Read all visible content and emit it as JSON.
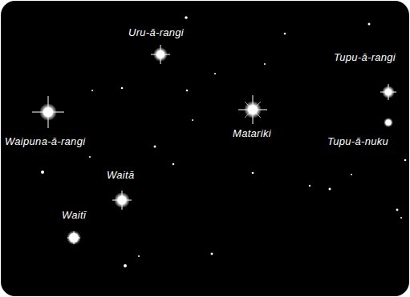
{
  "diagram": {
    "labels": [
      "Uru-ā-rangi",
      "Tupu-ā-rangi",
      "Waipuna-ā-rangi",
      "Matariki",
      "Tupu-ā-nuku",
      "Waitā",
      "Waitī"
    ]
  }
}
